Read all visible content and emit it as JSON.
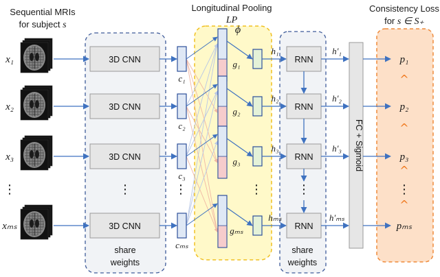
{
  "headers": {
    "input_line1": "Sequential MRIs",
    "input_line2_prefix": "for subject ",
    "input_line2_var": "s",
    "pooling_title": "Longitudinal Pooling",
    "pooling_abbr": "LP",
    "loss_title": "Consistency Loss",
    "loss_line2_prefix": "for ",
    "loss_line2_math": "s ∈ S₊"
  },
  "rows": [
    {
      "x": "x₁",
      "cnn": "3D CNN",
      "c": "c₁",
      "g": "g₁",
      "h": "h₁",
      "rnn": "RNN",
      "hp": "h′₁",
      "p": "p₁"
    },
    {
      "x": "x₂",
      "cnn": "3D CNN",
      "c": "c₂",
      "g": "g₂",
      "h": "h₂",
      "rnn": "RNN",
      "hp": "h′₂",
      "p": "p₂"
    },
    {
      "x": "x₃",
      "cnn": "3D CNN",
      "c": "c₃",
      "g": "g₃",
      "h": "h₃",
      "rnn": "RNN",
      "hp": "h′₃",
      "p": "p₃"
    },
    {
      "x": "xₘₛ",
      "cnn": "3D CNN",
      "c": "cₘₛ",
      "g": "gₘₛ",
      "h": "hₘₛ",
      "rnn": "RNN",
      "hp": "h′ₘₛ",
      "p": "pₘₛ"
    }
  ],
  "phi": "ϕ",
  "ellipsis": "⋮",
  "order_symbol": "^",
  "share_weights_1": [
    "share",
    "weights"
  ],
  "share_weights_2": [
    "share",
    "weights"
  ],
  "fc_label": "FC + Sigmoid",
  "colors": {
    "group_dash": "#3d5a99",
    "pooling_fill": "#fff9c9",
    "pooling_stroke": "#f0c020",
    "loss_fill": "#fde0c8",
    "loss_stroke": "#ef8a3a",
    "box_fill": "#e6e6e6",
    "box_stroke": "#9a9a9a",
    "vec_blue_fill": "#dfe8f5",
    "vec_blue_stroke": "#2d4f9a",
    "vec_green_fill": "#e4f2d8",
    "vec_green_stroke": "#2d4f9a",
    "vec_pink_fill": "#f6cccc",
    "arrow": "#3f72c0",
    "order_color": "#f07a20",
    "faint_arrow": "#b8c7e6",
    "pink_arrow": "#f0b8a4"
  }
}
